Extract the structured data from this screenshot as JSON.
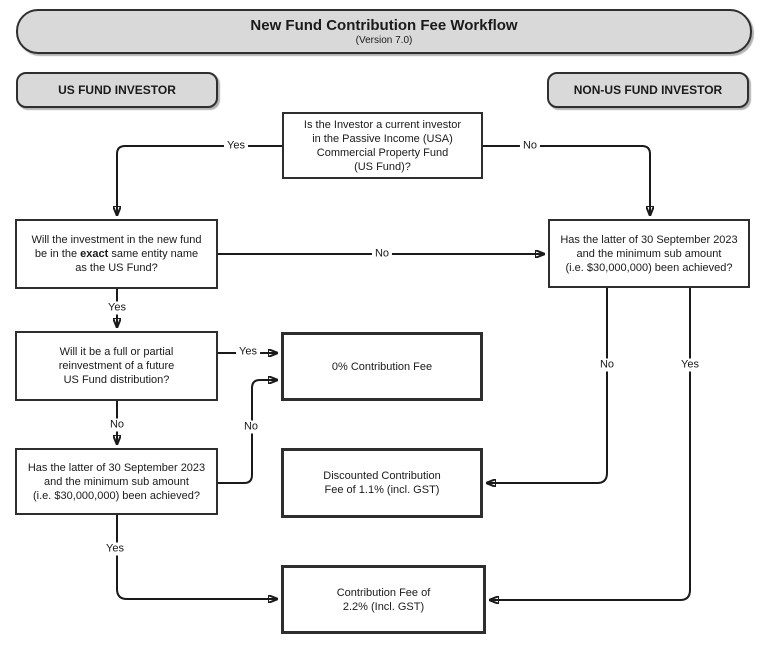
{
  "header": {
    "title": "New Fund Contribution Fee Workflow",
    "subtitle": "(Version 7.0)"
  },
  "lanes": {
    "us": "US FUND INVESTOR",
    "non_us": "NON-US FUND INVESTOR"
  },
  "nodes": {
    "current_investor": {
      "lines": [
        "Is the Investor a current investor",
        "in the Passive Income (USA)",
        "Commercial Property Fund",
        "(US Fund)?"
      ]
    },
    "entity_name": {
      "line1": "Will the investment in the new fund",
      "line2_pre": "be in the ",
      "line2_bold": "exact",
      "line2_post": " same entity name",
      "line3": "as the US Fund?"
    },
    "reinvestment": {
      "lines": [
        "Will it be a full or partial",
        "reinvestment of a future",
        "US Fund distribution?"
      ]
    },
    "min_sub_left": {
      "lines": [
        "Has the latter of 30 September 2023",
        "and the minimum sub amount",
        "(i.e. $30,000,000) been achieved?"
      ]
    },
    "min_sub_right": {
      "lines": [
        "Has the latter of 30 September 2023",
        "and the minimum sub amount",
        "(i.e. $30,000,000) been achieved?"
      ]
    },
    "fee_zero": {
      "lines": [
        "0% Contribution Fee"
      ]
    },
    "fee_discounted": {
      "lines": [
        "Discounted Contribution",
        "Fee of 1.1% (incl. GST)"
      ]
    },
    "fee_full": {
      "lines": [
        "Contribution Fee of",
        "2.2% (Incl. GST)"
      ]
    }
  },
  "edge_labels": {
    "top_yes": "Yes",
    "top_no": "No",
    "entity_no": "No",
    "entity_yes": "Yes",
    "reinvest_yes": "Yes",
    "reinvest_no": "No",
    "minsub_left_up_no": "No",
    "minsub_left_yes": "Yes",
    "minsub_right_no": "No",
    "minsub_right_yes": "Yes"
  },
  "colors": {
    "banner_fill": "#d9d9d9",
    "line": "#1a1a1a",
    "box_border": "#2e2e2e"
  }
}
